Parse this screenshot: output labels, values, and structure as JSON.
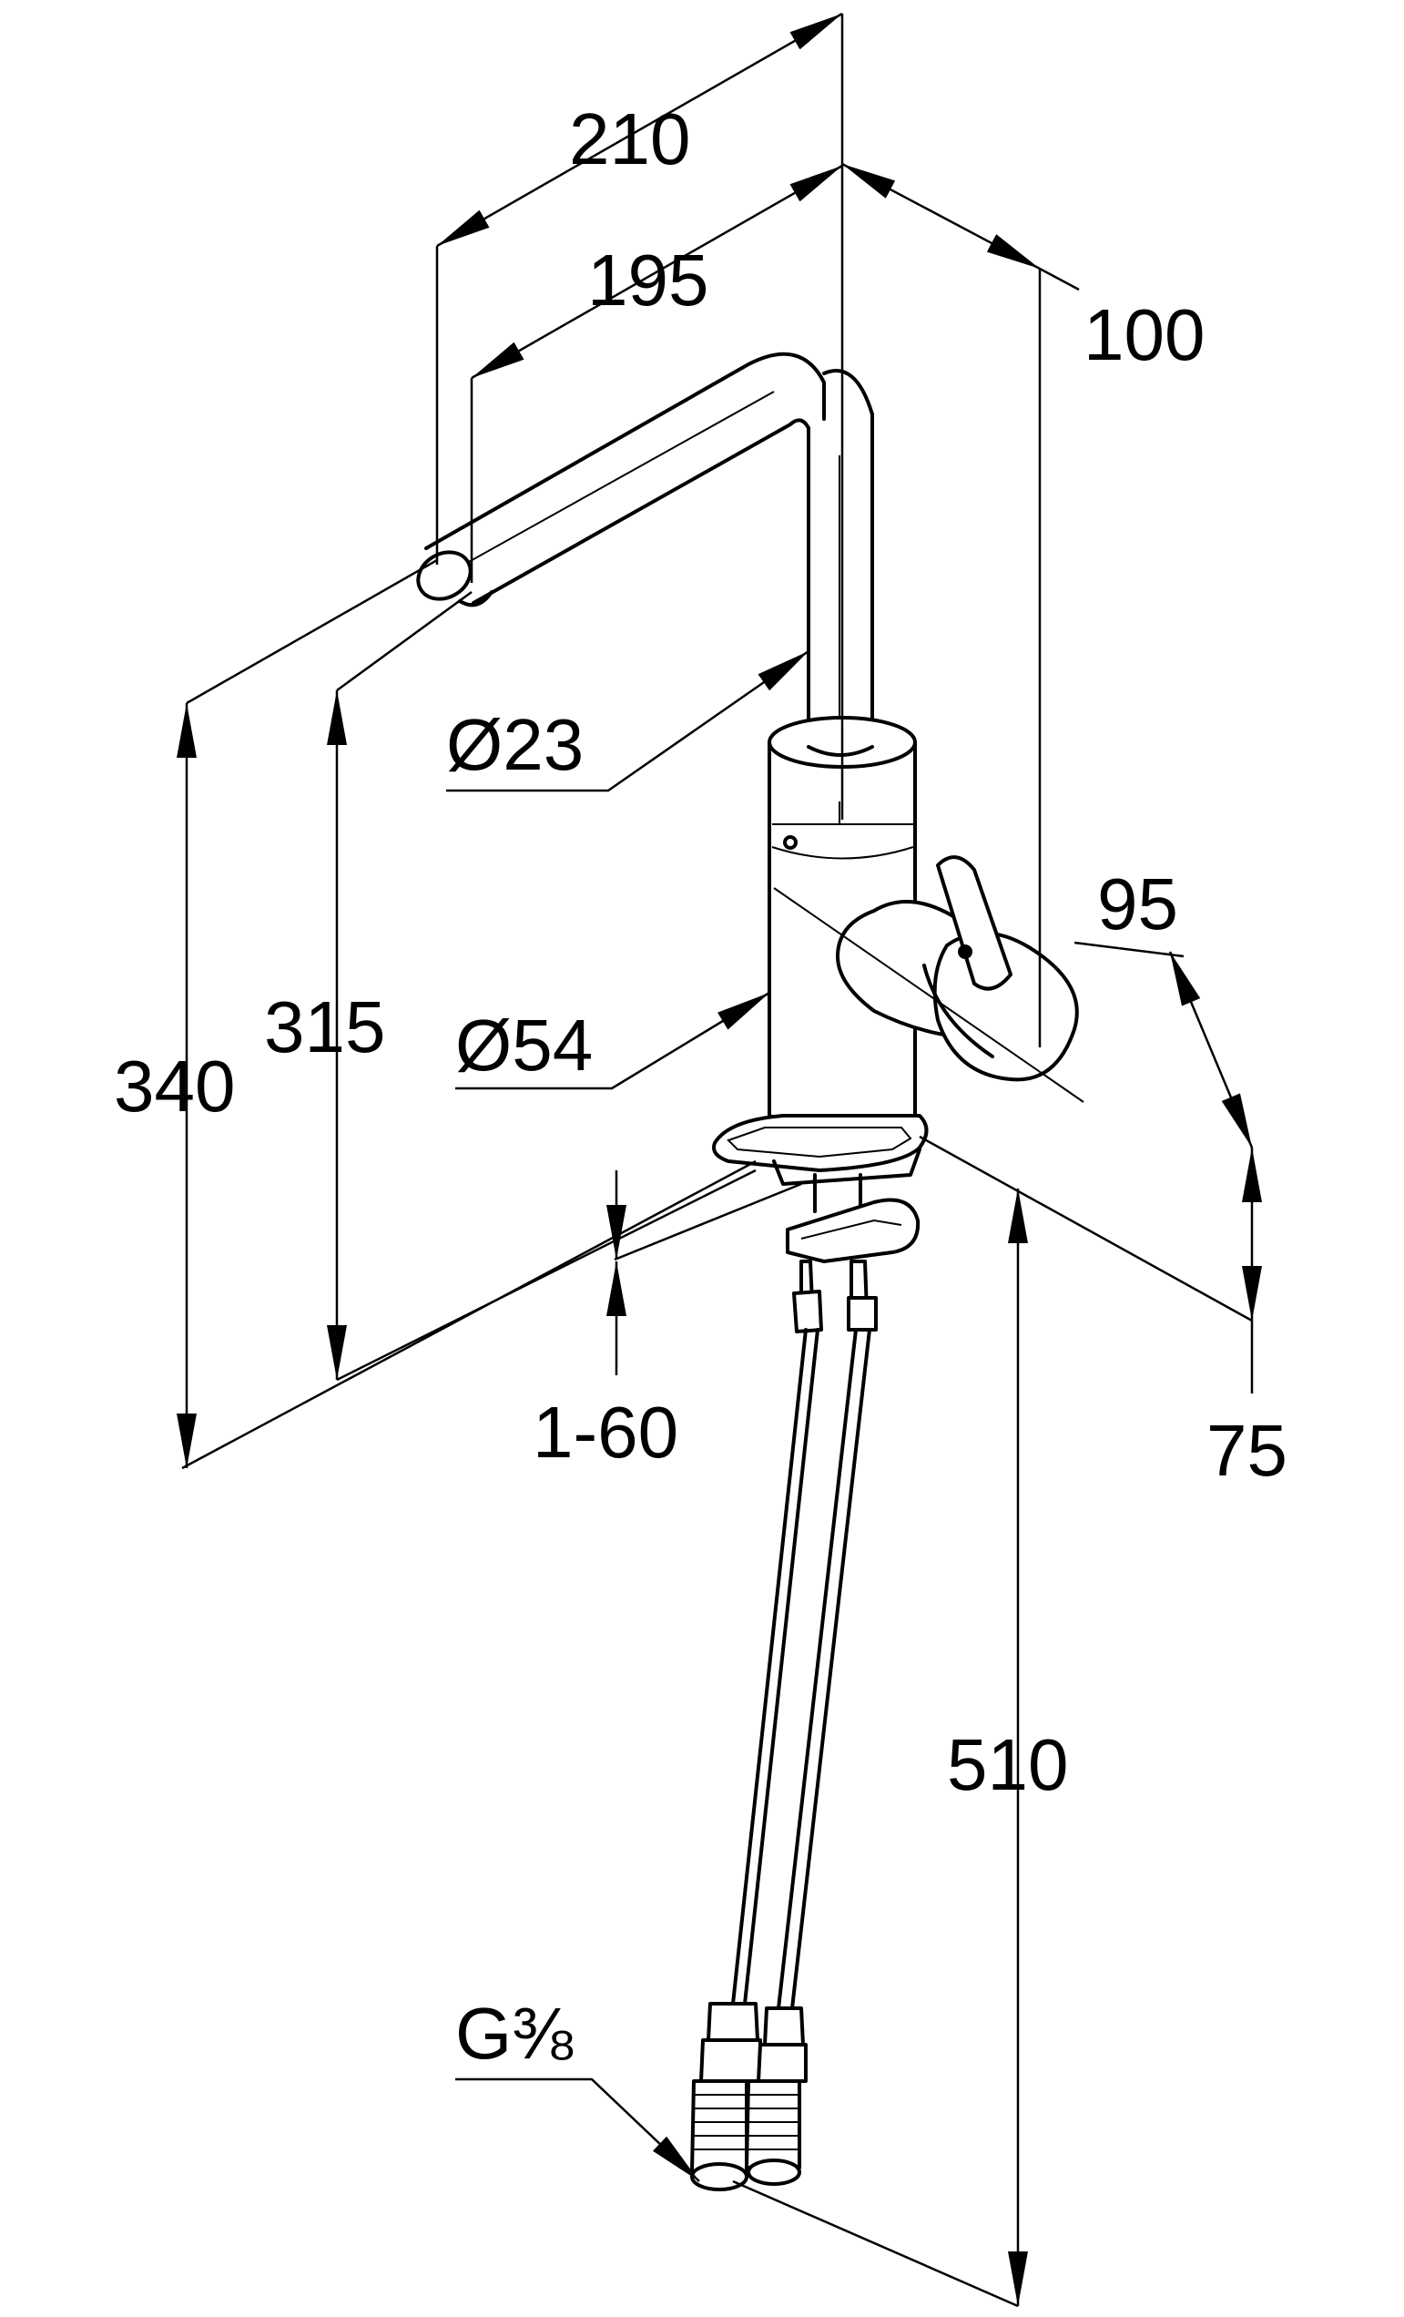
{
  "dimensions": {
    "d210": "210",
    "d195": "195",
    "d100": "100",
    "d23": "Ø23",
    "d95": "95",
    "d54": "Ø54",
    "d340": "340",
    "d315": "315",
    "d1_60": "1-60",
    "d75": "75",
    "d510": "510",
    "thread": "G⅜"
  }
}
